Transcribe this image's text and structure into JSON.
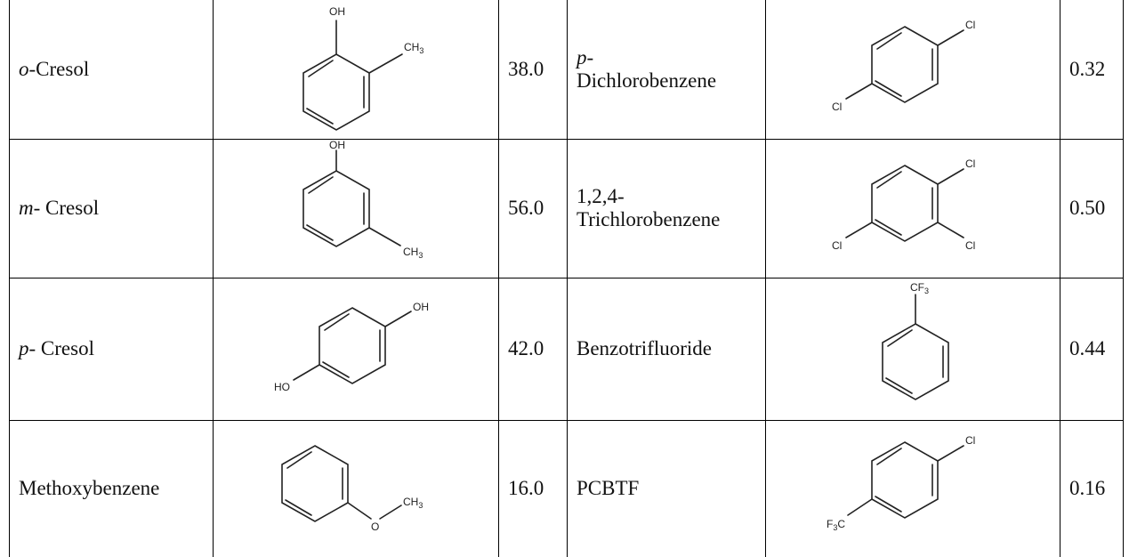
{
  "rows": [
    {
      "left": {
        "prefix": "o",
        "suffix": "-Cresol",
        "value": "38.0",
        "labels": {
          "oh": "OH",
          "ch3": "CH",
          "sub3": "3"
        }
      },
      "right": {
        "prefix": "p",
        "suffix": "-",
        "line2": "Dichlorobenzene",
        "value": "0.32",
        "labels": {
          "cl1": "Cl",
          "cl2": "Cl"
        }
      }
    },
    {
      "left": {
        "prefix": "m",
        "suffix": "- Cresol",
        "value": "56.0",
        "labels": {
          "oh": "OH",
          "ch3": "CH",
          "sub3": "3"
        }
      },
      "right": {
        "prefix": "",
        "suffix": "1,2,4-",
        "line2": "Trichlorobenzene",
        "value": "0.50",
        "labels": {
          "cl1": "Cl",
          "cl2": "Cl",
          "cl3": "Cl"
        }
      }
    },
    {
      "left": {
        "prefix": "p",
        "suffix": "- Cresol",
        "value": "42.0",
        "labels": {
          "oh1": "OH",
          "oh2": "HO"
        }
      },
      "right": {
        "prefix": "",
        "suffix": "Benzotrifluoride",
        "line2": "",
        "value": "0.44",
        "labels": {
          "cf": "CF",
          "sub3": "3"
        }
      }
    },
    {
      "left": {
        "prefix": "",
        "suffix": "Methoxybenzene",
        "value": "16.0",
        "labels": {
          "o": "O",
          "ch3": "CH",
          "sub3": "3"
        }
      },
      "right": {
        "prefix": "",
        "suffix": "PCBTF",
        "line2": "",
        "value": "0.16",
        "labels": {
          "cl": "Cl",
          "f3c_f": "F",
          "f3c_sub": "3",
          "f3c_c": "C"
        }
      }
    }
  ]
}
